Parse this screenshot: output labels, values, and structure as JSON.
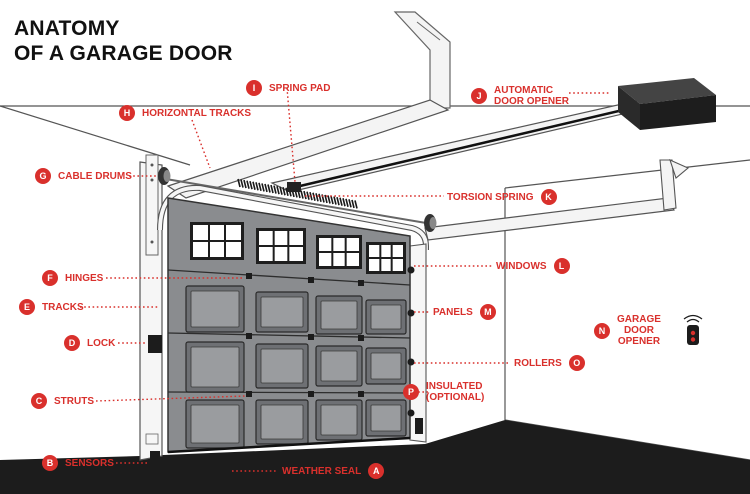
{
  "title": {
    "line1": "ANATOMY",
    "line2": "OF A GARAGE DOOR"
  },
  "colors": {
    "accent": "#d9302c",
    "door_panel": "#8a8c8f",
    "floor": "#1c1c1c",
    "opener": "#222222"
  },
  "callouts": {
    "A": {
      "letter": "A",
      "label": "WEATHER SEAL"
    },
    "B": {
      "letter": "B",
      "label": "SENSORS"
    },
    "C": {
      "letter": "C",
      "label": "STRUTS"
    },
    "D": {
      "letter": "D",
      "label": "LOCK"
    },
    "E": {
      "letter": "E",
      "label": "TRACKS"
    },
    "F": {
      "letter": "F",
      "label": "HINGES"
    },
    "G": {
      "letter": "G",
      "label": "CABLE DRUMS"
    },
    "H": {
      "letter": "H",
      "label": "HORIZONTAL TRACKS"
    },
    "I": {
      "letter": "I",
      "label": "SPRING PAD"
    },
    "J": {
      "letter": "J",
      "label": "AUTOMATIC\nDOOR OPENER"
    },
    "K": {
      "letter": "K",
      "label": "TORSION SPRING"
    },
    "L": {
      "letter": "L",
      "label": "WINDOWS"
    },
    "M": {
      "letter": "M",
      "label": "PANELS"
    },
    "N": {
      "letter": "N",
      "label": "GARAGE\nDOOR\nOPENER"
    },
    "O": {
      "letter": "O",
      "label": "ROLLERS"
    },
    "P": {
      "letter": "P",
      "label": "INSULATED\n(OPTIONAL)"
    }
  }
}
